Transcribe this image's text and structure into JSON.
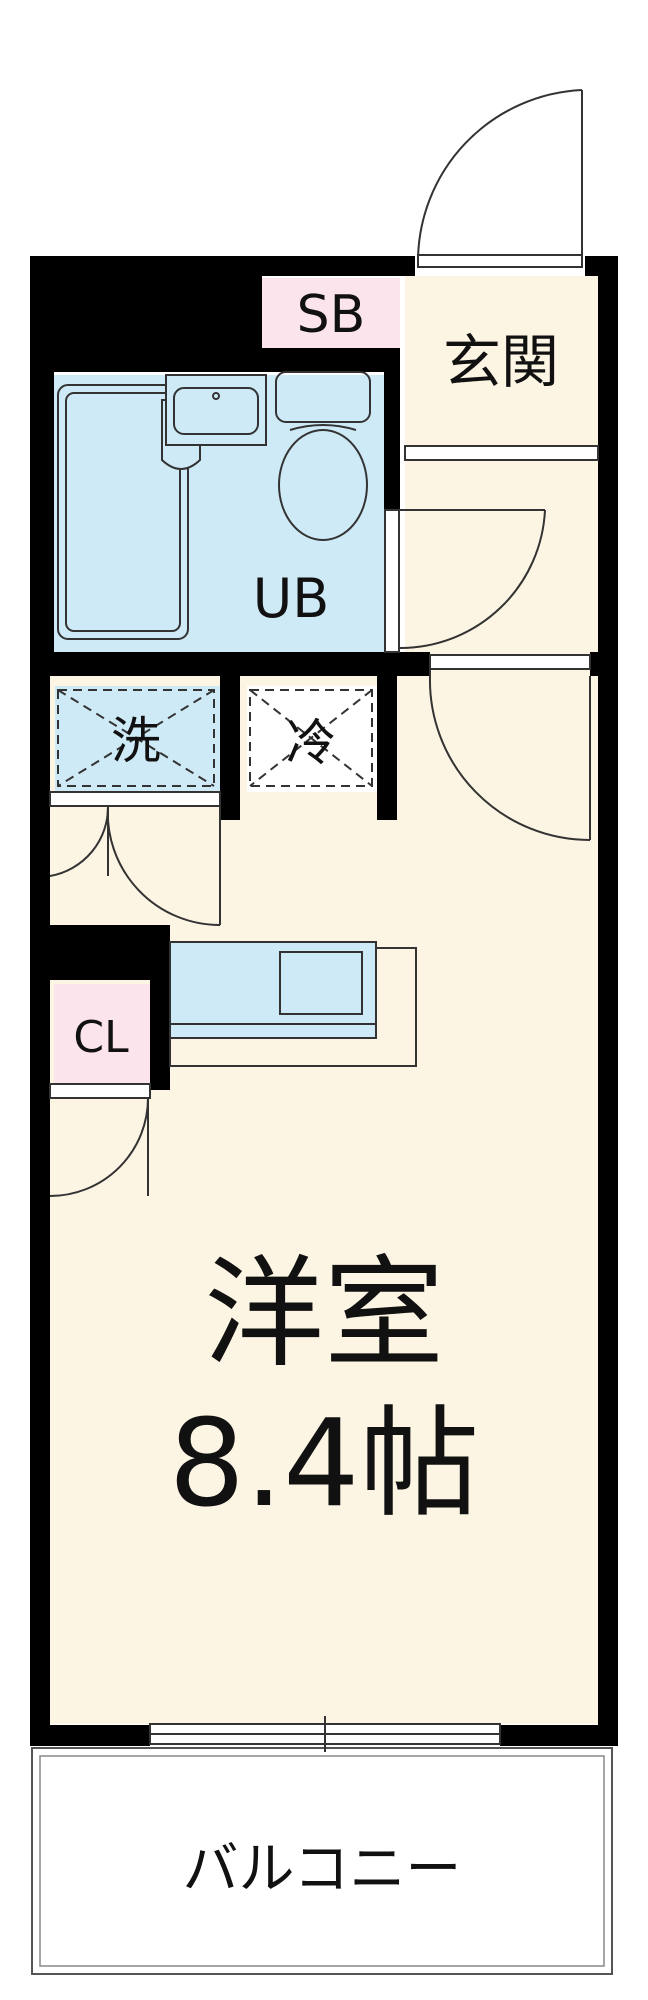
{
  "rooms": {
    "sb": "SB",
    "genkan": "玄関",
    "ub": "UB",
    "wash": "洗",
    "fridge": "冷",
    "cl": "CL",
    "main_room": "洋室",
    "main_size": "8.4帖",
    "balcony": "バルコニー"
  },
  "colors": {
    "wall": "#000000",
    "floor": "#fdf5e4",
    "water": "#cfeaf7",
    "storage": "#fbe4ec",
    "outline": "#333333"
  }
}
